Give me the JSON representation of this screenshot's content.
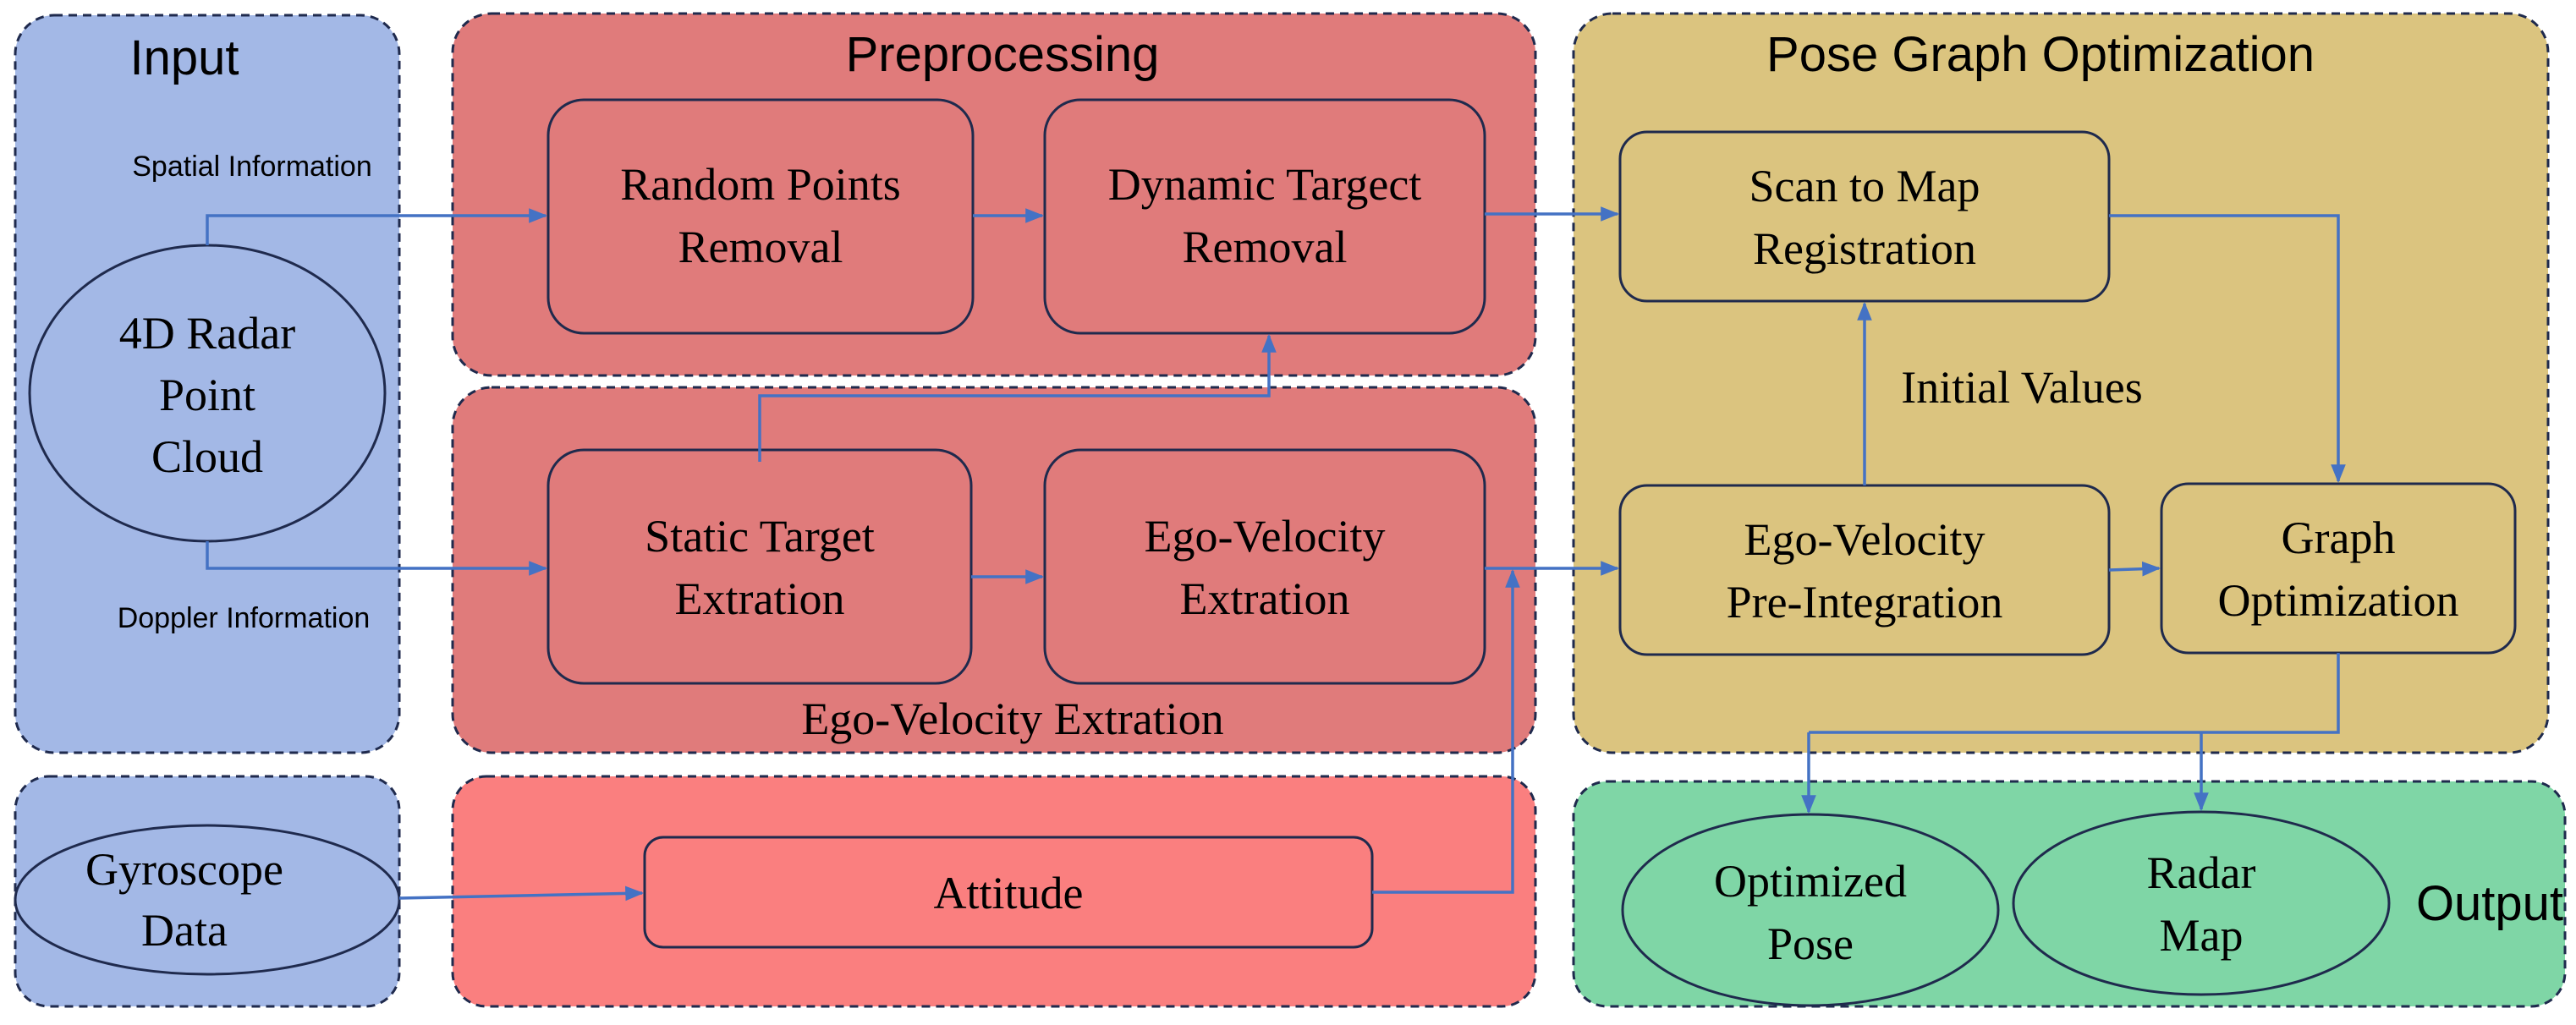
{
  "groups": {
    "input": {
      "title": "Input",
      "fill": "#a3b8e6"
    },
    "preprocessing": {
      "title": "Preprocessing",
      "fill": "#e07b7b"
    },
    "ego_velocity_group": {
      "title": "Ego-Velocity Extration",
      "fill": "#e07b7b"
    },
    "pgo": {
      "title": "Pose Graph Optimization",
      "fill": "#dbc47f"
    },
    "gyro_group": {
      "fill": "#a3b8e6"
    },
    "attitude_group": {
      "fill": "#fa7f7f"
    },
    "output": {
      "title": "Output",
      "fill": "#7fd6a6"
    }
  },
  "nodes": {
    "radar_cloud": {
      "line1": "4D Radar",
      "line2": "Point",
      "line3": "Cloud"
    },
    "gyroscope": {
      "line1": "Gyroscope",
      "line2": "Data"
    },
    "random_points": {
      "line1": "Random Points",
      "line2": "Removal"
    },
    "dynamic_target": {
      "line1": "Dynamic Targect",
      "line2": "Removal"
    },
    "static_target": {
      "line1": "Static Target",
      "line2": "Extration"
    },
    "ego_velocity": {
      "line1": "Ego-Velocity",
      "line2": "Extration"
    },
    "attitude": {
      "line1": "Attitude"
    },
    "scan_to_map": {
      "line1": "Scan to Map",
      "line2": "Registration"
    },
    "pre_integration": {
      "line1": "Ego-Velocity",
      "line2": "Pre-Integration"
    },
    "graph_opt": {
      "line1": "Graph",
      "line2": "Optimization"
    },
    "optimized_pose": {
      "line1": "Optimized",
      "line2": "Pose"
    },
    "radar_map": {
      "line1": "Radar",
      "line2": "Map"
    }
  },
  "edge_labels": {
    "spatial": "Spatial Information",
    "doppler": "Doppler Information",
    "initial_values": "Initial Values"
  },
  "colors": {
    "border": "#1f2a4d",
    "arrow": "#4472c4"
  }
}
